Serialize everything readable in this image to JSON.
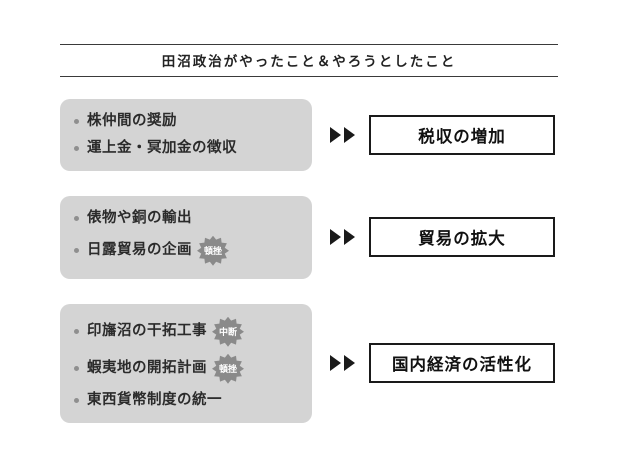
{
  "title": "田沼政治がやったこと＆やろうとしたこと",
  "rows": [
    {
      "items": [
        {
          "text": "株仲間の奨励"
        },
        {
          "text": "運上金・冥加金の徴収"
        }
      ],
      "result": "税収の増加"
    },
    {
      "items": [
        {
          "text": "俵物や銅の輸出"
        },
        {
          "text": "日露貿易の企画",
          "badge": "頓挫"
        }
      ],
      "result": "貿易の拡大"
    },
    {
      "items": [
        {
          "text": "印旛沼の干拓工事",
          "badge": "中断"
        },
        {
          "text": "蝦夷地の開拓計画",
          "badge": "頓挫"
        },
        {
          "text": "東西貨幣制度の統一"
        }
      ],
      "result": "国内経済の活性化"
    }
  ],
  "colors": {
    "cause_box_bg": "#d4d4d4",
    "badge_bg": "#8a8a8a",
    "result_border": "#1a1a1a",
    "header_line": "#3a3a3a",
    "bullet": "#8f8f8f",
    "text": "#2b2b2b"
  }
}
